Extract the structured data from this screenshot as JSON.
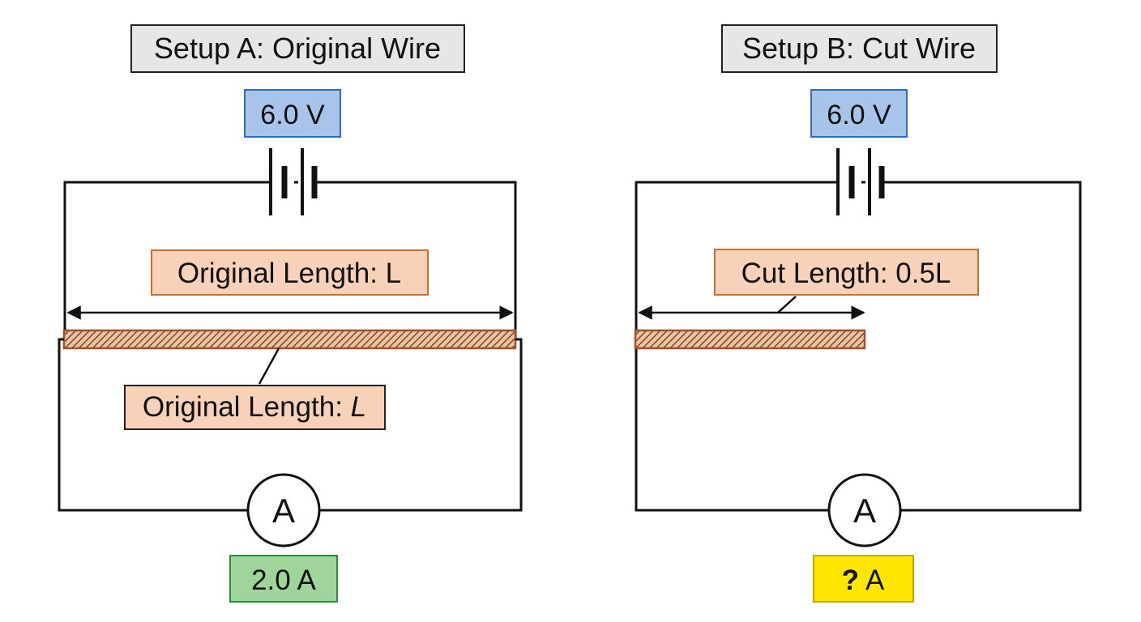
{
  "setup_a": {
    "title": "Setup A: Original Wire",
    "voltage_label": "6.0 V",
    "length_label_top": "Original Length: L",
    "length_label_bottom": "Original Length: ",
    "length_label_bottom_symbol": "L",
    "ammeter_symbol": "A",
    "current_label": "2.0 A"
  },
  "setup_b": {
    "title": "Setup B: Cut Wire",
    "voltage_label": "6.0 V",
    "length_label": "Cut Length: 0.5L",
    "ammeter_symbol": "A",
    "current_unknown": "?",
    "current_unit": "A"
  },
  "colors": {
    "title_fill": "#e6e6e6",
    "voltage_fill": "#a9c4ea",
    "voltage_stroke": "#2f6fb3",
    "length_fill": "#f8d2b8",
    "length_stroke": "#c8702a",
    "known_current_fill": "#9fd59a",
    "known_current_stroke": "#2e8b3a",
    "unknown_current_fill": "#ffe600",
    "unknown_current_stroke": "#c9a600",
    "wire_color": "#a0522d"
  }
}
